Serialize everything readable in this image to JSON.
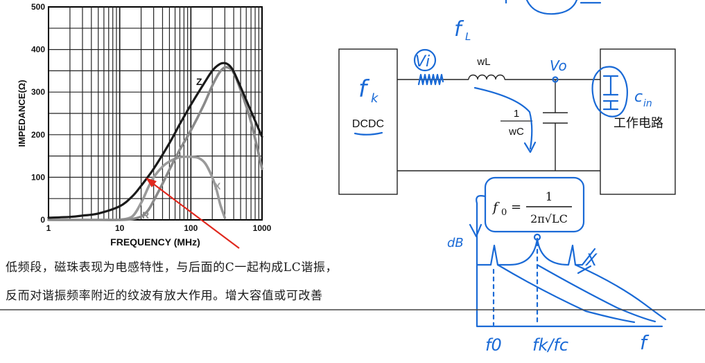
{
  "chart_data": {
    "type": "line",
    "xlabel": "FREQUENCY (MHz)",
    "ylabel": "IMPEDANCE(Ω)",
    "x_scale": "log",
    "xlim": [
      1,
      1000
    ],
    "ylim": [
      0,
      500
    ],
    "x_ticks": [
      "1",
      "10",
      "100",
      "1000"
    ],
    "y_ticks": [
      "0",
      "100",
      "200",
      "300",
      "400",
      "500"
    ],
    "grid": true,
    "series": [
      {
        "name": "Z",
        "color": "#1a1a1a",
        "x": [
          1,
          2,
          3,
          5,
          10,
          15,
          20,
          30,
          50,
          70,
          100,
          150,
          200,
          250,
          300,
          350,
          400,
          500,
          700,
          1000
        ],
        "y": [
          5,
          7,
          10,
          15,
          32,
          55,
          80,
          120,
          180,
          225,
          270,
          318,
          350,
          365,
          368,
          362,
          348,
          312,
          255,
          195
        ]
      },
      {
        "name": "R",
        "color": "#8a8a8a",
        "x": [
          1,
          5,
          10,
          15,
          20,
          25,
          30,
          40,
          50,
          70,
          100,
          150,
          200,
          250,
          300,
          350,
          400,
          500,
          700,
          1000
        ],
        "y": [
          0,
          0,
          0,
          2,
          8,
          22,
          45,
          85,
          118,
          165,
          210,
          268,
          315,
          345,
          358,
          356,
          345,
          305,
          230,
          120
        ]
      },
      {
        "name": "X",
        "color": "#9a9a9a",
        "x": [
          10,
          15,
          20,
          25,
          30,
          40,
          50,
          70,
          100,
          130,
          160,
          200,
          230,
          260,
          300
        ],
        "y": [
          0,
          8,
          40,
          75,
          100,
          125,
          137,
          147,
          148,
          145,
          132,
          100,
          70,
          35,
          5
        ]
      }
    ]
  },
  "annotations": {
    "lines": [
      "低频段，磁珠表现为电感特性，与后面的C一起构成LC谐振，",
      "反而对谐振频率附近的纹波有放大作用。增大容值或可改善"
    ]
  },
  "circuit": {
    "dcdc_label": "DCDC",
    "load_label": "工作电路",
    "wl_label": "wL",
    "cap_num": "1",
    "cap_den": "wC",
    "ink_color": "#1a6ad6",
    "formula": {
      "lhs": "f",
      "sub": "0",
      "num": "1",
      "den": "2π√LC"
    },
    "hand": {
      "fl": "f",
      "fl_sub": "L",
      "fk": "f",
      "fk_sub": "k",
      "vi": "Vi",
      "vo": "Vo",
      "cin": "c",
      "cin_sub": "in",
      "db": "dB",
      "x": "X",
      "f0": "f0",
      "fkfc": "fk/fc",
      "f": "f"
    }
  }
}
